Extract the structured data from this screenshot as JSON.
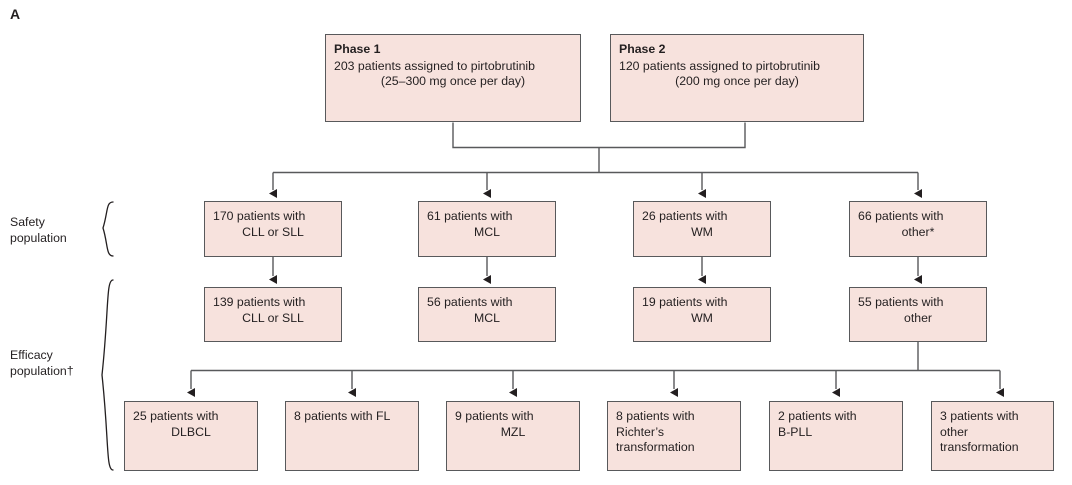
{
  "panel": {
    "label": "A"
  },
  "colors": {
    "box_fill": "#f7e2dd",
    "box_border": "#58595b",
    "line": "#58595b",
    "text": "#231f20"
  },
  "side_labels": [
    {
      "id": "safety",
      "line1": "Safety",
      "line2": "population"
    },
    {
      "id": "efficacy",
      "line1": "Efficacy",
      "line2": "population†"
    }
  ],
  "phase_boxes": [
    {
      "id": "phase-1",
      "title": "Phase 1",
      "line1": "203 patients assigned to pirtobrutinib",
      "line2": "(25–300 mg once per day)"
    },
    {
      "id": "phase-2",
      "title": "Phase 2",
      "line1": "120 patients assigned to pirtobrutinib",
      "line2": "(200 mg once per day)"
    }
  ],
  "safety_population": [
    {
      "id": "safety-cll-sll",
      "line1": "170 patients with",
      "line2": "CLL or SLL"
    },
    {
      "id": "safety-mcl",
      "line1": "61 patients with",
      "line2": "MCL"
    },
    {
      "id": "safety-wm",
      "line1": "26 patients with",
      "line2": "WM"
    },
    {
      "id": "safety-other",
      "line1": "66 patients with",
      "line2": "other*"
    }
  ],
  "efficacy_population": [
    {
      "id": "efficacy-cll-sll",
      "line1": "139 patients with",
      "line2": "CLL or SLL"
    },
    {
      "id": "efficacy-mcl",
      "line1": "56 patients with",
      "line2": "MCL"
    },
    {
      "id": "efficacy-wm",
      "line1": "19 patients with",
      "line2": "WM"
    },
    {
      "id": "efficacy-other",
      "line1": "55 patients with",
      "line2": "other"
    }
  ],
  "other_subtypes": [
    {
      "id": "dlbcl",
      "line1": "25 patients with",
      "line2": "DLBCL",
      "line3": ""
    },
    {
      "id": "fl",
      "line1": "8 patients with FL",
      "line2": "",
      "line3": ""
    },
    {
      "id": "mzl",
      "line1": "9 patients with",
      "line2": "MZL",
      "line3": ""
    },
    {
      "id": "richters-transformation",
      "line1": "8 patients with",
      "line2": "Richter’s",
      "line3": "transformation"
    },
    {
      "id": "b-pll",
      "line1": "2 patients with",
      "line2": "B-PLL",
      "line3": ""
    },
    {
      "id": "other-transformation",
      "line1": "3 patients with",
      "line2": "other",
      "line3": "transformation"
    }
  ]
}
